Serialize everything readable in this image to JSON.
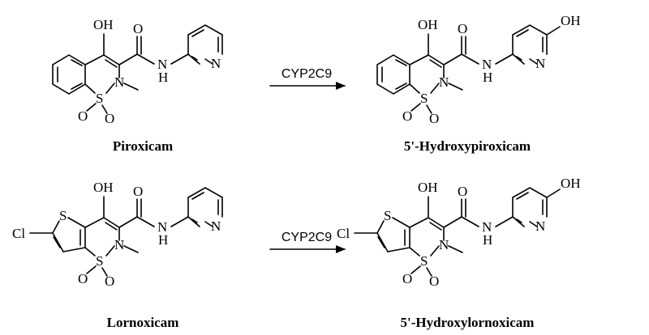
{
  "reactions": [
    {
      "substrate": "Piroxicam",
      "enzyme": "CYP2C9",
      "product": "5'-Hydroxypiroxicam"
    },
    {
      "substrate": "Lornoxicam",
      "enzyme": "CYP2C9",
      "product": "5'-Hydroxylornoxicam"
    }
  ],
  "atoms": {
    "oh": "OH",
    "o": "O",
    "n": "N",
    "h": "H",
    "s": "S",
    "cl": "Cl"
  }
}
